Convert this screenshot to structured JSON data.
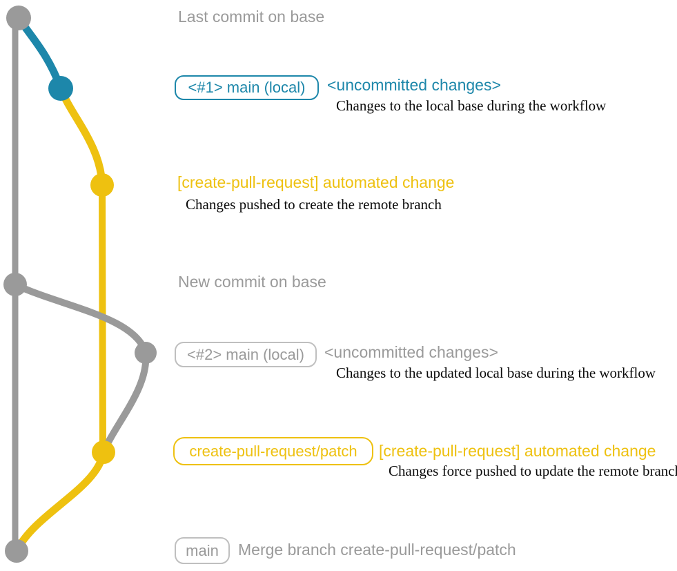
{
  "colors": {
    "gray": "#9a9a9a",
    "gray_border": "#bfbfbf",
    "teal": "#1d87aa",
    "yellow": "#eec110",
    "ink": "#0a0a0a"
  },
  "annotations": {
    "last_commit_on_base": "Last commit on base",
    "new_commit_on_base": "New commit on base",
    "row_main_local_1": {
      "badge": "<#1> main (local)",
      "message": "<uncommitted changes>",
      "caption": "Changes to the local base during the workflow"
    },
    "row_automated_1": {
      "message": "[create-pull-request] automated change",
      "caption": "Changes pushed to create the remote branch"
    },
    "row_main_local_2": {
      "badge": "<#2> main (local)",
      "message": "<uncommitted changes>",
      "caption": "Changes to the updated local base during the workflow"
    },
    "row_patch": {
      "badge": "create-pull-request/patch",
      "message": "[create-pull-request] automated change",
      "caption": "Changes force pushed to update the remote branch"
    },
    "row_merge": {
      "badge": "main",
      "message": "Merge branch create-pull-request/patch"
    }
  }
}
